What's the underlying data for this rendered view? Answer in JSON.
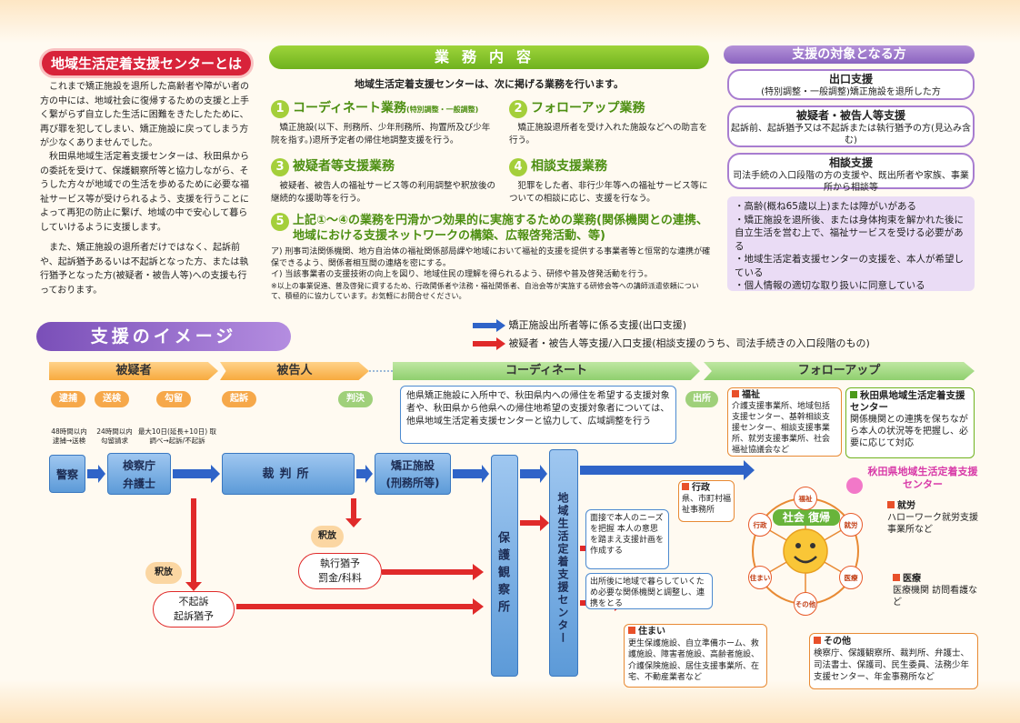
{
  "intro": {
    "title": "地域生活定着支援センターとは",
    "paragraphs": [
      "これまで矯正施設を退所した高齢者や障がい者の方の中には、地域社会に復帰するための支援と上手く繋がらず自立した生活に困難をきたしたために、再び罪を犯してしまい、矯正施設に戻ってしまう方が少なくありませんでした。",
      "秋田県地域生活定着支援センターは、秋田県からの委託を受けて、保護観察所等と協力しながら、そうした方々が地域での生活を歩めるために必要な福祉サービス等が受けられるよう、支援を行うことによって再犯の防止に繋げ、地域の中で安心して暮らしていけるように支援します。",
      "また、矯正施設の退所者だけではなく、起訴前や、起訴猶予あるいは不起訴となった方、または執行猶予となった方(被疑者・被告人等)への支援も行っております。"
    ]
  },
  "services": {
    "title": "業務内容",
    "lead": "地域生活定着支援センターは、次に掲げる業務を行います。",
    "items": [
      {
        "num": "1",
        "title": "コーディネート業務",
        "note": "(特別調整・一般調整)",
        "desc": "矯正施設(以下、刑務所、少年刑務所、拘置所及び少年院を指す。)退所予定者の帰住地調整支援を行う。"
      },
      {
        "num": "2",
        "title": "フォローアップ業務",
        "note": "",
        "desc": "矯正施設退所者を受け入れた施設などへの助言を行う。"
      },
      {
        "num": "3",
        "title": "被疑者等支援業務",
        "note": "",
        "desc": "被疑者、被告人の福祉サービス等の利用調整や釈放後の継続的な援助等を行う。"
      },
      {
        "num": "4",
        "title": "相談支援業務",
        "note": "",
        "desc": "犯罪をした者、非行少年等への福祉サービス等についての相談に応じ、支援を行なう。"
      }
    ],
    "item5_num": "5",
    "item5_title": "上記①～④の業務を円滑かつ効果的に実施するための業務(関係機関との連携、地域における支援ネットワークの構築、広報啓発活動、等)",
    "item5_a": "ア) 刑事司法関係機関、地方自治体の福祉関係部局課や地域において福祉的支援を提供する事業者等と恒常的な連携が確保できるよう、関係者相互間の連絡を密にする。",
    "item5_b": "イ) 当該事業者の支援技術の向上を図り、地域住民の理解を得られるよう、研修や普及啓発活動を行う。",
    "item5_note": "※以上の事業促進、普及啓発に資するため、行政関係者や法務・福祉関係者、自治会等が実施する研修会等への講師派遣依頼について、積極的に協力しています。お気軽にお問合せください。"
  },
  "targets": {
    "title": "支援の対象となる方",
    "cards": [
      {
        "title": "出口支援",
        "desc": "(特別調整・一般調整)矯正施設を退所した方"
      },
      {
        "title": "被疑者・被告人等支援",
        "desc": "起訴前、起訴猶予又は不起訴または執行猶予の方(見込み含む)"
      },
      {
        "title": "相談支援",
        "desc": "司法手続の入口段階の方の支援や、既出所者や家族、事業所から相談等"
      }
    ],
    "conditions": [
      "・高齢(概ね65歳以上)または障がいがある",
      "・矯正施設を退所後、または身体拘束を解かれた後に自立生活を営む上で、福祉サービスを受ける必要がある",
      "・地域生活定着支援センターの支援を、本人が希望している",
      "・個人情報の適切な取り扱いに同意している"
    ]
  },
  "image_section": {
    "title": "支援のイメージ",
    "legend_blue": "矯正施設出所者等に係る支援(出口支援)",
    "legend_red": "被疑者・被告人等支援/入口支援(相談支援のうち、司法手続きの入口段階のもの)",
    "stages": [
      "被疑者",
      "被告人",
      "コーディネート",
      "フォローアップ"
    ],
    "steps": [
      "逮捕",
      "送検",
      "勾留",
      "起訴",
      "判決",
      "出所"
    ],
    "time_notes": [
      "48時間以内 逮捕→送検",
      "24時間以内 勾留請求",
      "最大10日(延長+10日) 取調べ→起訴/不起訴"
    ],
    "coord_text": "他県矯正施設に入所中で、秋田県内への帰住を希望する支援対象者や、秋田県から他県への帰住地希望の支援対象者については、他県地域生活定着支援センターと協力して、広域調整を行う",
    "flow": {
      "police": "警察",
      "prosecutor": "検察庁\n弁護士",
      "court": "裁判所",
      "prison": "矯正施設\n(刑務所等)",
      "probation": "保護観察所",
      "center": "地域生活定着支援センター",
      "release1": "釈放",
      "release2": "釈放",
      "non_prosecution": "不起訴\n起訴猶予",
      "suspended": "執行猶予\n罰金/科料"
    },
    "center_notes": [
      "面接で本人のニーズを把握 本人の意思を踏まえ支援計画を作成する",
      "出所後に地域で暮らしていくため必要な関係機関と調整し、連携をとる"
    ],
    "welfare": {
      "title": "福祉",
      "desc": "介護支援事業所、地域包括支援センター、基幹相談支援センター、相談支援事業所、就労支援事業所、社会福祉協議会など"
    },
    "akita_center_box": {
      "title": "秋田県地域生活定着支援センター",
      "desc": "関係機関との連携を保ちながら本人の状況等を把握し、必要に応じて対応"
    },
    "admin": {
      "title": "行政",
      "desc": "県、市町村福祉事務所"
    },
    "akita_center_label": "秋田県地域生活定着支援センター",
    "hub_label": "社会 復帰",
    "hub_nodes": [
      "福祉",
      "就労",
      "医療",
      "その他",
      "住まい",
      "行政"
    ],
    "employment": {
      "title": "就労",
      "desc": "ハローワーク就労支援事業所など"
    },
    "medical": {
      "title": "医療",
      "desc": "医療機関 訪問看護など"
    },
    "housing": {
      "title": "住まい",
      "desc": "更生保護施設、自立準備ホーム、救護施設、障害者施設、高齢者施設、介護保険施設、居住支援事業所、在宅、不動産業者など"
    },
    "other": {
      "title": "その他",
      "desc": "検察庁、保護観察所、裁判所、弁護士、司法書士、保護司、民生委員、法務少年支援センター、年金事務所など"
    }
  },
  "colors": {
    "red": "#d8233a",
    "green": "#6fb21e",
    "purple": "#8a63c0",
    "blue": "#3a78c0",
    "orange": "#f6a84a"
  }
}
